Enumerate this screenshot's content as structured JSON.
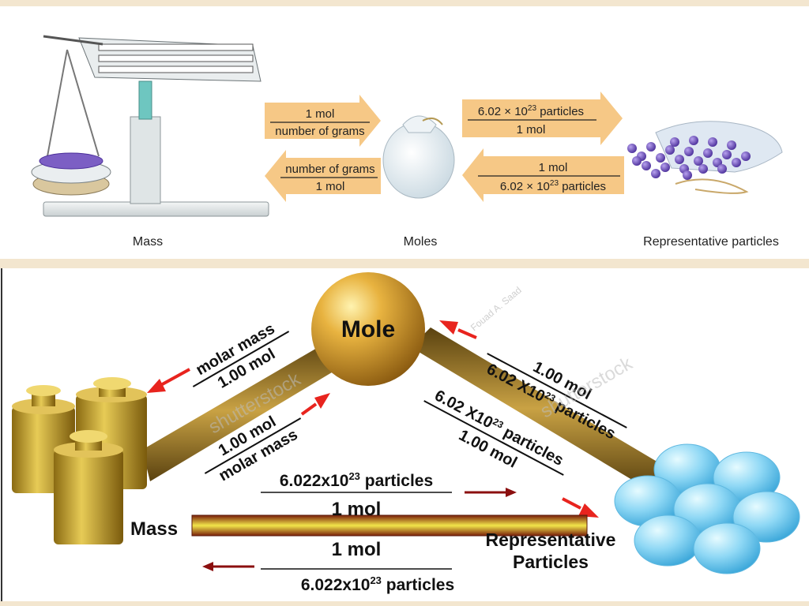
{
  "top": {
    "arrow_right_1": {
      "numerator": "1 mol",
      "denominator": "number of grams"
    },
    "arrow_left_1": {
      "numerator": "number of grams",
      "denominator": "1 mol"
    },
    "arrow_right_2": {
      "numerator_base": "6.02 × 10",
      "numerator_exp": "23",
      "numerator_tail": " particles",
      "denominator": "1 mol"
    },
    "arrow_left_2": {
      "numerator": "1 mol",
      "denominator_base": "6.02 × 10",
      "denominator_exp": "23",
      "denominator_tail": " particles"
    },
    "labels": {
      "mass": "Mass",
      "moles": "Moles",
      "particles": "Representative particles"
    }
  },
  "bottom": {
    "mole": "Mole",
    "mass": "Mass",
    "rep_particles_1": "Representative",
    "rep_particles_2": "Particles",
    "left_out": {
      "top": "molar mass",
      "bottom": "1.00 mol"
    },
    "left_in": {
      "top": "1.00 mol",
      "bottom": "molar mass"
    },
    "right_out": {
      "top": "1.00 mol",
      "bottom_base": "6.02 X10",
      "bottom_exp": "23",
      "bottom_tail": " particles"
    },
    "right_in": {
      "top_base": "6.02 X10",
      "top_exp": "23",
      "top_tail": " particles",
      "bottom": "1.00 mol"
    },
    "bar_top": {
      "numerator_base": "6.022x10",
      "numerator_exp": "23",
      "numerator_tail": " particles",
      "denominator": "1 mol"
    },
    "bar_bottom": {
      "numerator": "1 mol",
      "denominator_base": "6.022x10",
      "denominator_exp": "23",
      "denominator_tail": " particles"
    },
    "watermark": "shutterstock",
    "author": "Fouad A. Saad"
  },
  "colors": {
    "arrow_orange": "#f6c886",
    "gold": "#c8962a",
    "red_arrow": "#e8241e",
    "dark_red_arrow": "#8b0f0f",
    "sphere_blue": "#8fd8f5"
  }
}
